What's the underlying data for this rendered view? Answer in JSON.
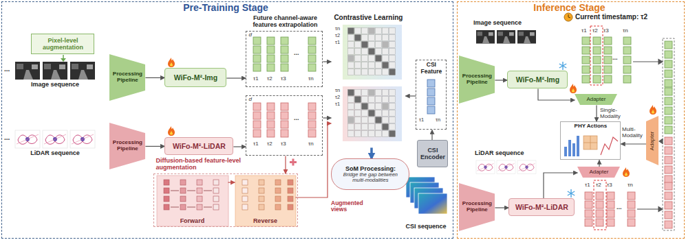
{
  "diagram": {
    "nodes": [
      {
        "text": [
          "Pre-Training Stage"
        ]
      },
      {
        "text": [
          "Pixel-level augmentation"
        ],
        "in": 0
      },
      {
        "text": [
          "Processing Pipeline"
        ],
        "in": 0
      },
      {
        "text": [
          "WiFo-M²-Img"
        ],
        "in": 0
      },
      {
        "text": [
          "Processing Pipeline"
        ],
        "in": 0
      },
      {
        "text": [
          "WiFo-M²-LiDAR"
        ],
        "in": 0
      },
      {
        "text": [
          "Future channel-aware features extrapolation",
          "d"
        ],
        "in": 0
      },
      {
        "text": [
          "d"
        ],
        "in": 0
      },
      {
        "text": [
          "Contrastive Learning"
        ],
        "in": 0
      },
      {
        "text": [
          "CSI Feature"
        ],
        "in": 0
      },
      {
        "text": [
          "CSI Encoder"
        ],
        "in": 0
      },
      {
        "text": [
          "SoM Processing:",
          "Bridge the gap between multi-modalities"
        ],
        "in": 0
      },
      {
        "text": [
          "Diffusion-based feature-level augmentation"
        ],
        "in": 0
      },
      {
        "text": [
          "Forward"
        ],
        "in": 12
      },
      {
        "text": [
          "Reverse"
        ],
        "in": 12
      },
      {
        "text": [
          "Inference Stage"
        ]
      },
      {
        "text": [
          "Processing Pipeline"
        ],
        "in": 15
      },
      {
        "text": [
          "WiFo-M²-Img"
        ],
        "in": 15
      },
      {
        "text": [
          "Adapter"
        ],
        "in": 15
      },
      {
        "text": [
          "PHY Actions"
        ],
        "in": 15
      },
      {
        "text": [
          "Adapter"
        ],
        "in": 15
      },
      {
        "text": [
          "Adapter"
        ],
        "in": 15
      },
      {
        "text": [
          "Processing Pipeline"
        ],
        "in": 15
      },
      {
        "text": [
          "WiFo-M²-LiDAR"
        ],
        "in": 15
      }
    ],
    "edges": [
      {
        "from": 2,
        "to": 3,
        "arrow": "to"
      },
      {
        "from": 3,
        "to": 6,
        "arrow": "to"
      },
      {
        "from": 4,
        "to": 5,
        "arrow": "to"
      },
      {
        "from": 5,
        "to": 7,
        "arrow": "to"
      },
      {
        "from": 6,
        "to": 8,
        "arrow": "to"
      },
      {
        "from": 7,
        "to": 8,
        "arrow": "to"
      },
      {
        "from": 7,
        "to": 12,
        "arrow": "to"
      },
      {
        "from": 13,
        "to": 14,
        "arrow": "to"
      },
      {
        "from": 14,
        "to": 8,
        "arrow": "to"
      },
      {
        "from": 10,
        "to": 9,
        "arrow": "to"
      },
      {
        "from": 9,
        "to": 8,
        "arrow": "to"
      },
      {
        "from": 8,
        "to": 11,
        "arrow": "to"
      },
      {
        "from": 16,
        "to": 17,
        "arrow": "to"
      },
      {
        "from": 17,
        "to": 18,
        "arrow": "to"
      },
      {
        "from": 18,
        "to": 19,
        "label": "Single-Modality",
        "arrow": "to"
      },
      {
        "from": 20,
        "to": 19,
        "label": "Multi-Modality",
        "arrow": "to"
      },
      {
        "from": 22,
        "to": 23,
        "arrow": "to"
      },
      {
        "from": 23,
        "to": 21,
        "arrow": "to"
      },
      {
        "from": 21,
        "to": 19,
        "arrow": "to"
      }
    ],
    "labels": [
      "...",
      "Image sequence",
      "...",
      "LiDAR sequence",
      "τ1",
      "τ2",
      "τ3",
      "...",
      "τn",
      "τ1",
      "τ2",
      "τ3",
      "...",
      "τn",
      "τn",
      "τ2",
      "τ1",
      "τn",
      "τ2",
      "τ1",
      "τ1",
      "τn",
      "Augmented views",
      "CSI sequence",
      "Current timestamp: τ2",
      "Image sequence",
      "τ1",
      "τ2",
      "τ3",
      "...",
      "τn",
      "LiDAR sequence",
      "τ1",
      "τ2",
      "τ3",
      "...",
      "τn"
    ]
  }
}
